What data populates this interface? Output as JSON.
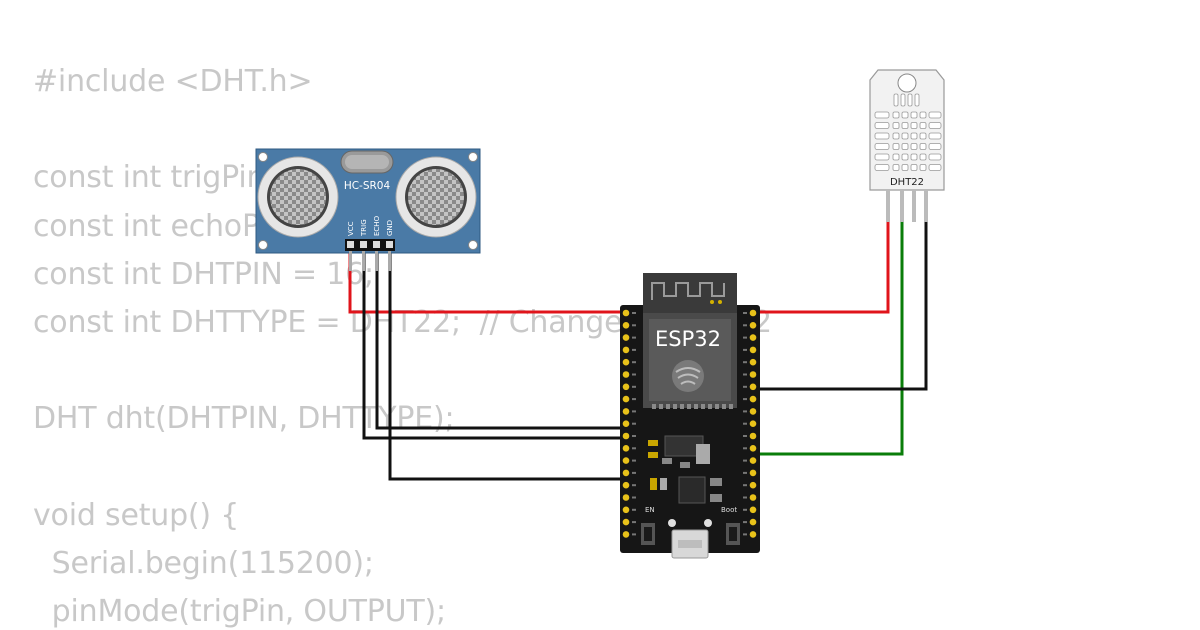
{
  "code_lines": [
    "#include <DHT.h>",
    "",
    "const int trigPin = 5;",
    "const int echoPin = 18;",
    "const int DHTPIN = 16;",
    "const int DHTTYPE = DHT22;  // Change to DHT22",
    "",
    "DHT dht(DHTPIN, DHTTYPE);",
    "",
    "void setup() {",
    "  Serial.begin(115200);",
    "  pinMode(trigPin, OUTPUT);"
  ],
  "ultrasonic": {
    "label": "HC-SR04",
    "pins": [
      "VCC",
      "TRIG",
      "ECHO",
      "GND"
    ],
    "board_color": "#4a7aa6"
  },
  "dht": {
    "label": "DHT22"
  },
  "esp32": {
    "label": "ESP32",
    "en_label": "EN",
    "boot_label": "Boot",
    "board_color": "#161616"
  },
  "wire_colors": {
    "power": "#e0141b",
    "ground": "#111111",
    "signal": "#0a7d0a"
  }
}
